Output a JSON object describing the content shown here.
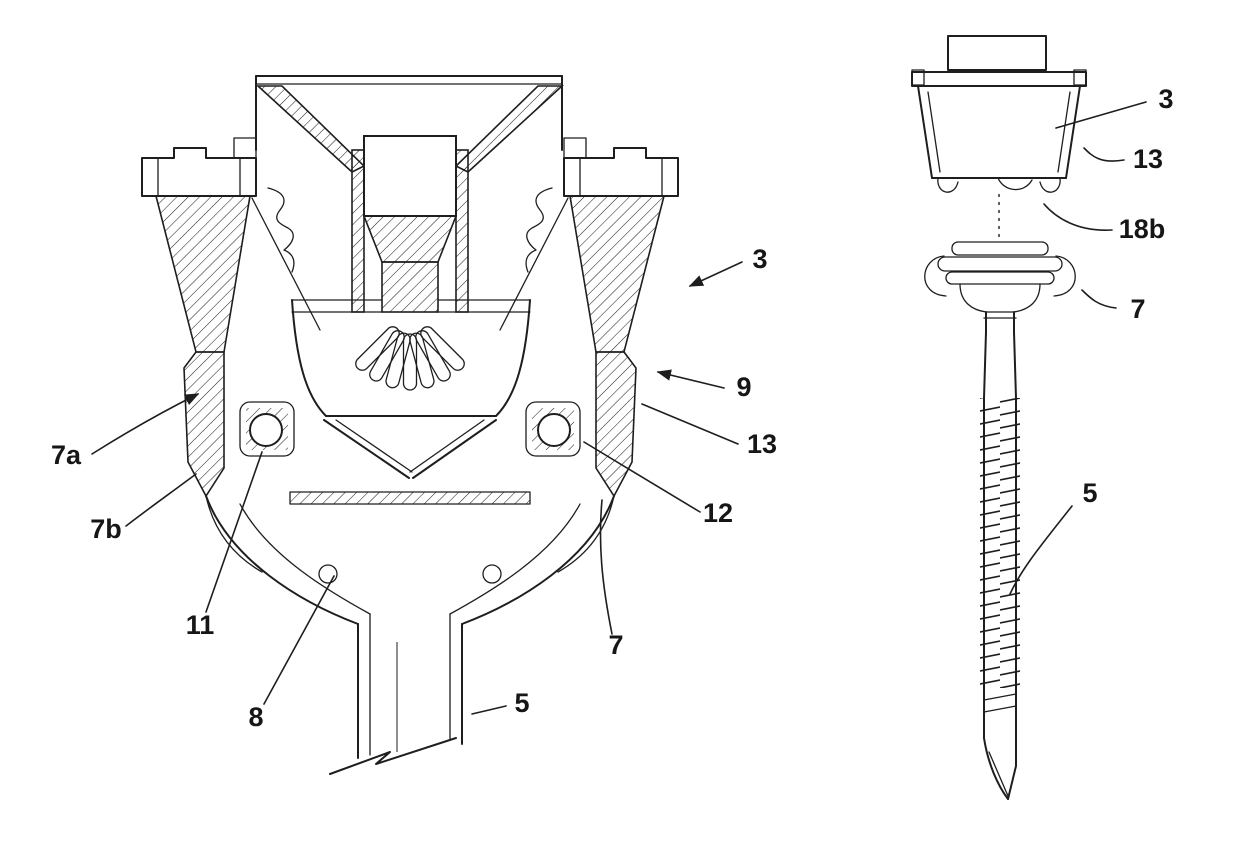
{
  "ink": "#1e1e1e",
  "background": "#ffffff",
  "labels": {
    "left": {
      "n3": "3",
      "n9": "9",
      "n13": "13",
      "n12": "12",
      "n7": "7",
      "n5": "5",
      "n8": "8",
      "n11": "11",
      "n7b": "7b",
      "n7a": "7a"
    },
    "right": {
      "n3": "3",
      "n13": "13",
      "n18b": "18b",
      "n7": "7",
      "n5": "5"
    }
  }
}
